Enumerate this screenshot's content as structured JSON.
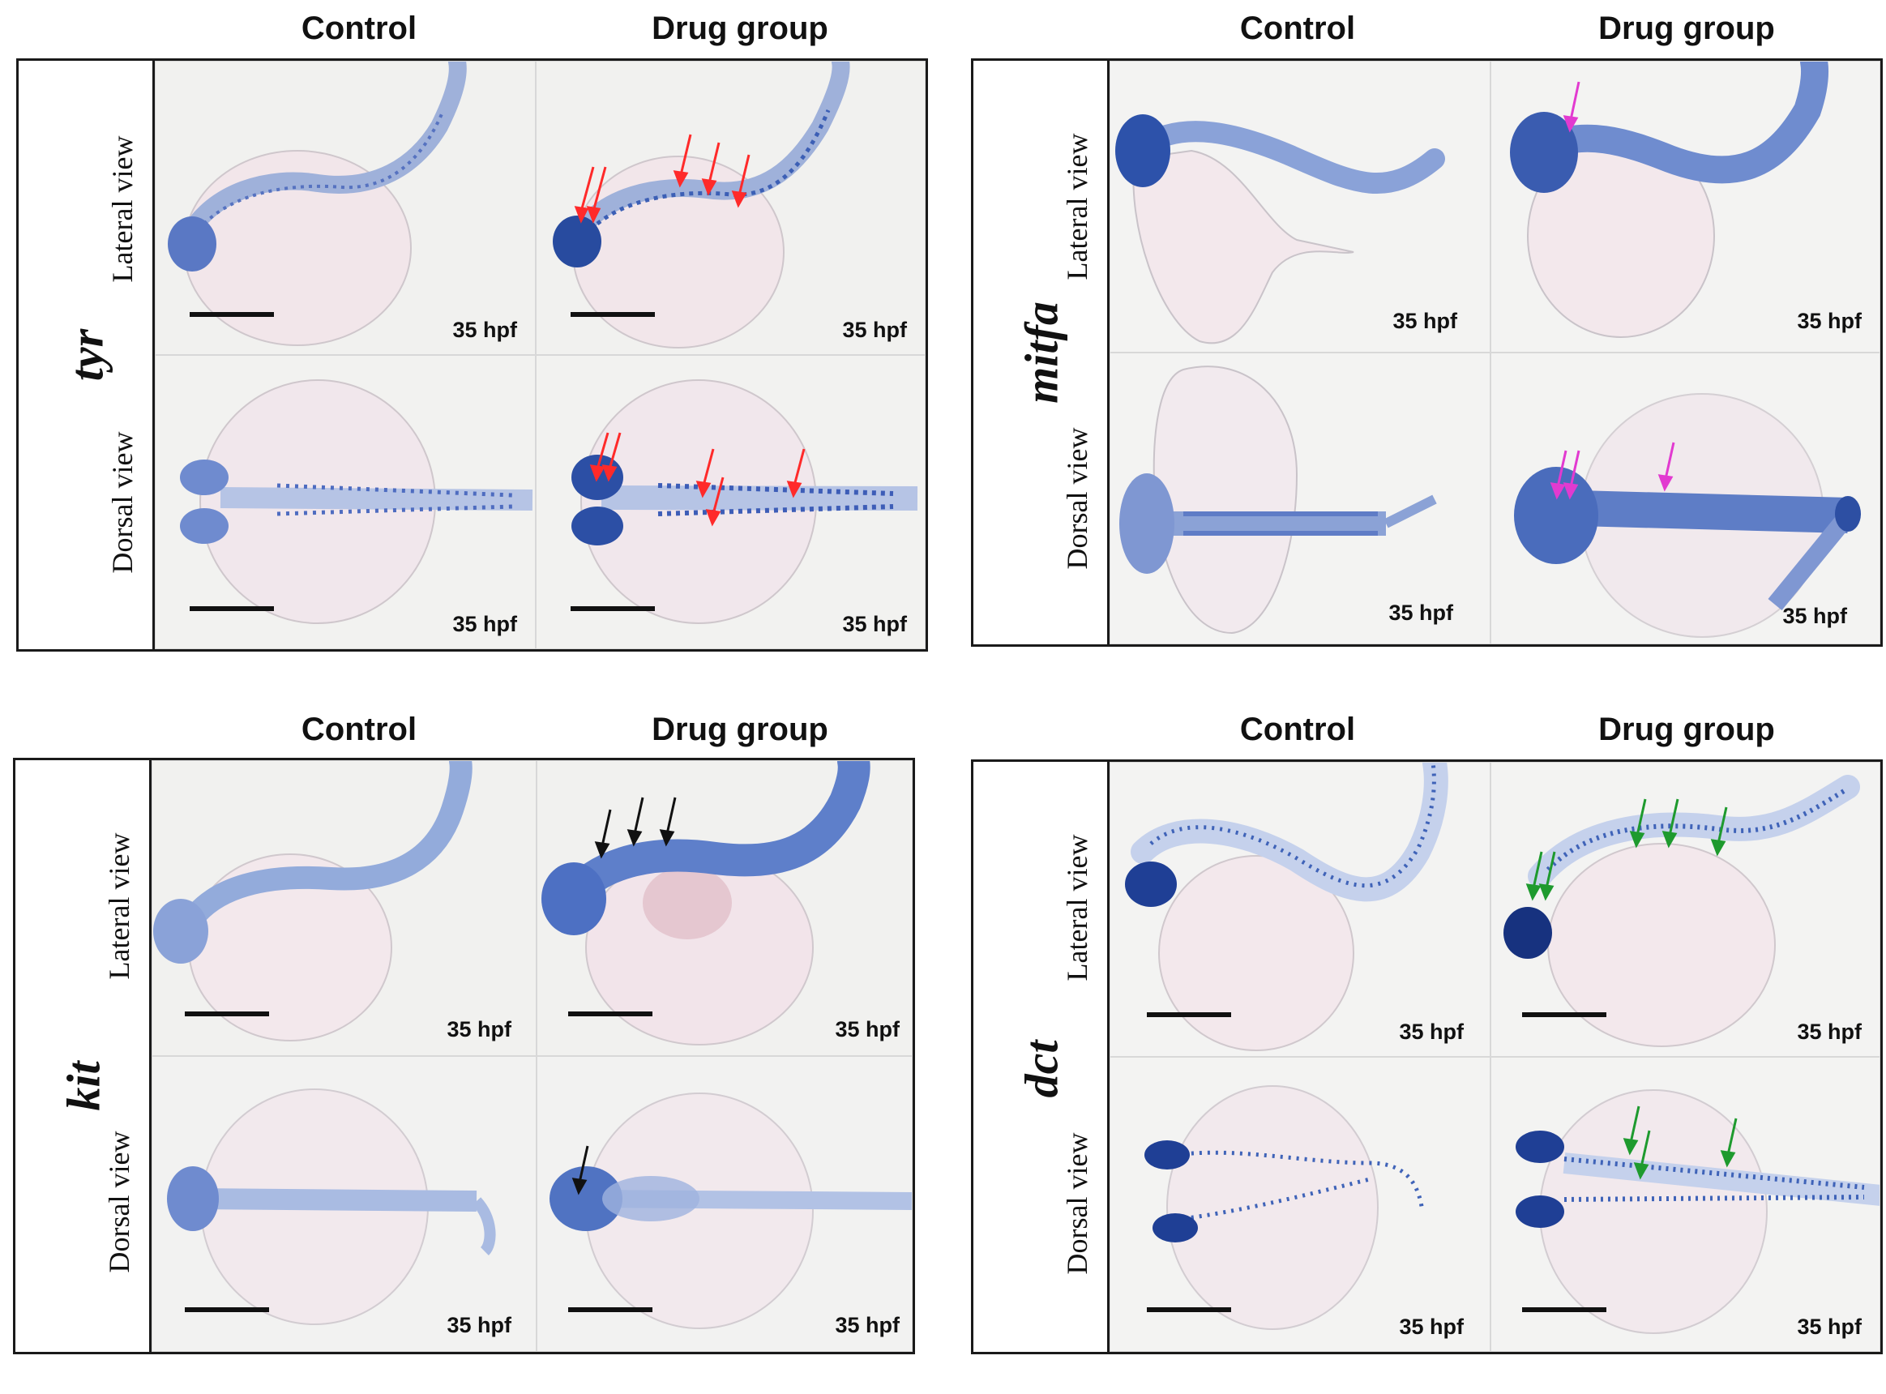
{
  "figure": {
    "column_headers": {
      "control": "Control",
      "drug": "Drug group"
    },
    "view_labels": {
      "lateral": "Lateral view",
      "dorsal": "Dorsal view"
    },
    "stage_label": "35 hpf",
    "colors": {
      "stain": "#3f63b8",
      "arrow_tyr": "#ff2a2a",
      "arrow_mitfa": "#e23ad0",
      "arrow_kit": "#111111",
      "arrow_dct": "#1e9a2e"
    },
    "blocks": [
      {
        "gene": "tyr",
        "arrow_color_key": "arrow_tyr"
      },
      {
        "gene": "mitfa",
        "arrow_color_key": "arrow_mitfa"
      },
      {
        "gene": "kit",
        "arrow_color_key": "arrow_kit"
      },
      {
        "gene": "dct",
        "arrow_color_key": "arrow_dct"
      }
    ]
  }
}
